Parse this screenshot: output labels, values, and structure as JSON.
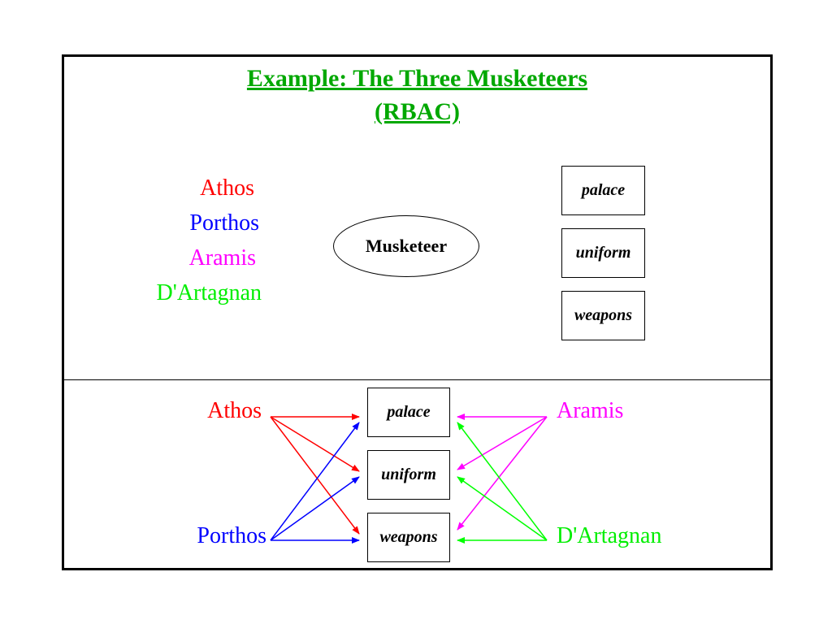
{
  "title": {
    "line1": "Example: The Three Musketeers ",
    "line2": "(RBAC)"
  },
  "colors": {
    "athos": "#ff0000",
    "porthos": "#0000ff",
    "aramis": "#ff00ff",
    "dartagnan": "#00ff00",
    "title": "#00a800"
  },
  "top": {
    "users": [
      "Athos",
      "Porthos",
      "Aramis",
      "D'Artagnan"
    ],
    "role": "Musketeer",
    "permissions": [
      "palace",
      "uniform",
      "weapons"
    ]
  },
  "bottom": {
    "left_users": [
      "Athos",
      "Porthos"
    ],
    "right_users": [
      "Aramis",
      "D'Artagnan"
    ],
    "permissions": [
      "palace",
      "uniform",
      "weapons"
    ]
  }
}
